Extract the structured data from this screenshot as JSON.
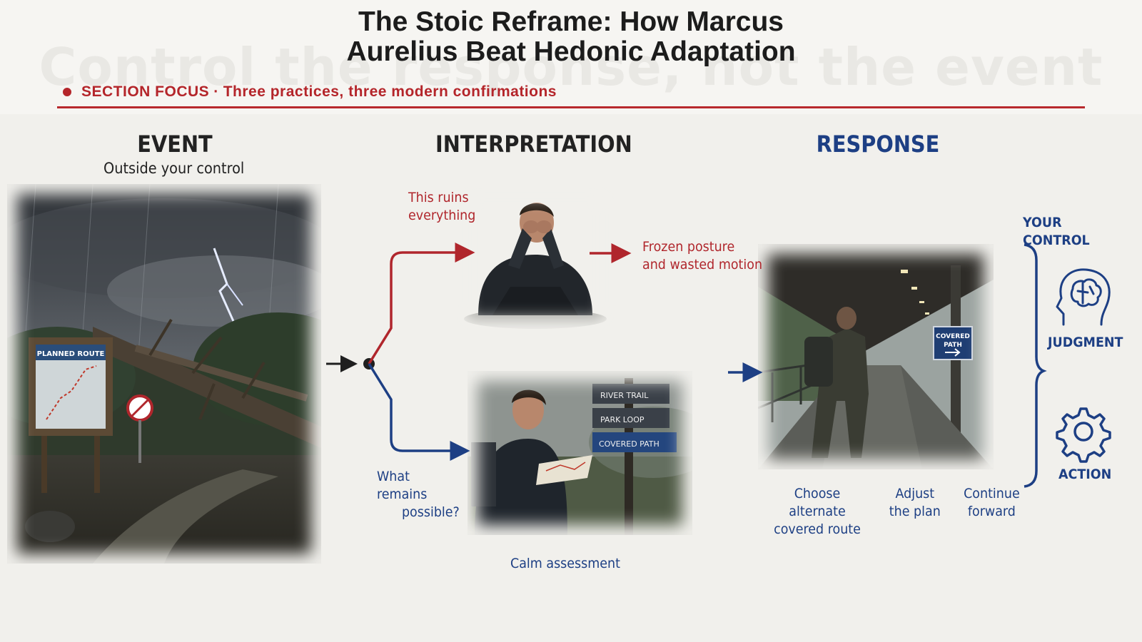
{
  "title_line1": "The Stoic Reframe: How Marcus",
  "title_line2": "Aurelius Beat Hedonic Adaptation",
  "watermark": "Control the response, not the event",
  "section": {
    "label": "SECTION FOCUS",
    "separator": "·",
    "text": "Three practices, three modern confirmations"
  },
  "event": {
    "heading": "EVENT",
    "subheading": "Outside your control",
    "sign_text": "PLANNED ROUTE"
  },
  "interpretation": {
    "heading": "INTERPRETATION",
    "negative_thought_line1": "This ruins",
    "negative_thought_line2": "everything",
    "negative_outcome_line1": "Frozen posture",
    "negative_outcome_line2": "and wasted motion",
    "positive_thought_line1": "What remains",
    "positive_thought_line2": "possible?",
    "positive_caption": "Calm assessment",
    "signpost": [
      "RIVER TRAIL",
      "PARK LOOP",
      "COVERED PATH"
    ]
  },
  "response": {
    "heading": "RESPONSE",
    "sign_line1": "COVERED",
    "sign_line2": "PATH",
    "steps": [
      {
        "line1": "Choose alternate",
        "line2": "covered route"
      },
      {
        "line1": "Adjust",
        "line2": "the plan"
      },
      {
        "line1": "Continue",
        "line2": "forward"
      }
    ]
  },
  "your_control": {
    "heading": "YOUR CONTROL",
    "judgment": "JUDGMENT",
    "action": "ACTION",
    "judgment_icon": "brain-head-icon",
    "action_icon": "gear-icon"
  },
  "colors": {
    "red": "#b0262c",
    "blue": "#1d3f84",
    "dark": "#1f1f1f"
  }
}
